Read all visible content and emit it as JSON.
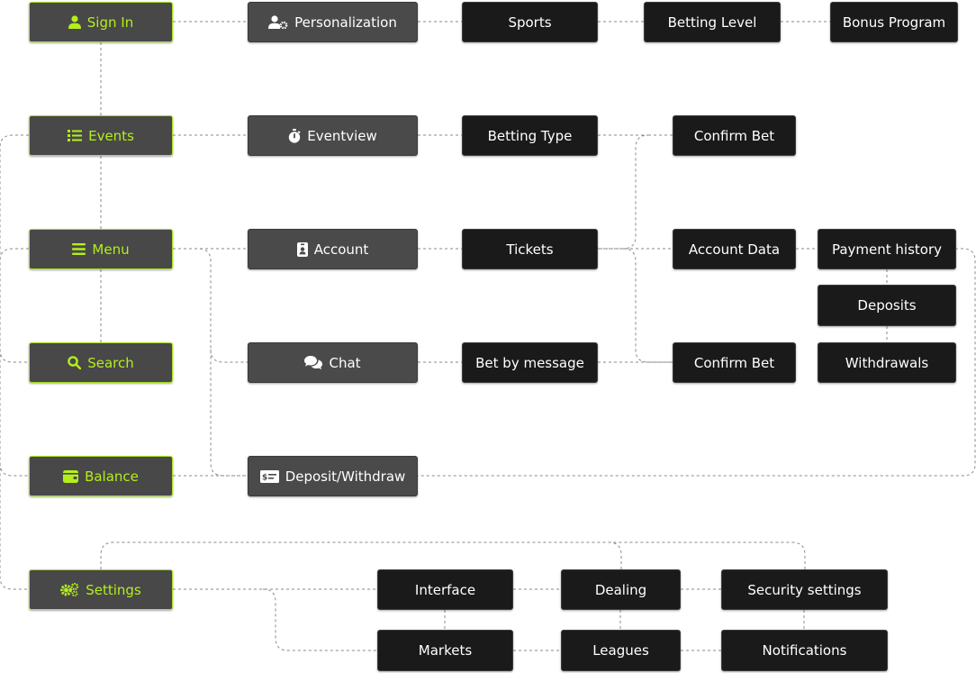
{
  "colors": {
    "accent": "#b4ef1a",
    "primary_bg": "#484848",
    "secondary_bg": "#4a4a4a",
    "tertiary_bg": "#1a1a1a",
    "connector": "#8a8a8a"
  },
  "nodes": {
    "sign_in": {
      "label": "Sign In",
      "icon": "user-icon"
    },
    "events": {
      "label": "Events",
      "icon": "list-icon"
    },
    "menu": {
      "label": "Menu",
      "icon": "hamburger-icon"
    },
    "search": {
      "label": "Search",
      "icon": "search-icon"
    },
    "balance": {
      "label": "Balance",
      "icon": "wallet-icon"
    },
    "settings": {
      "label": "Settings",
      "icon": "gears-icon"
    },
    "personalization": {
      "label": "Personalization",
      "icon": "user-gear-icon"
    },
    "eventview": {
      "label": "Eventview",
      "icon": "stopwatch-icon"
    },
    "account": {
      "label": "Account",
      "icon": "id-badge-icon"
    },
    "chat": {
      "label": "Chat",
      "icon": "comments-icon"
    },
    "deposit_withdraw": {
      "label": "Deposit/Withdraw",
      "icon": "money-check-icon"
    },
    "sports": {
      "label": "Sports"
    },
    "betting_level": {
      "label": "Betting Level"
    },
    "bonus_program": {
      "label": "Bonus Program"
    },
    "betting_type": {
      "label": "Betting Type"
    },
    "confirm_bet_top": {
      "label": "Confirm Bet"
    },
    "tickets": {
      "label": "Tickets"
    },
    "account_data": {
      "label": "Account Data"
    },
    "payment_history": {
      "label": "Payment history"
    },
    "deposits": {
      "label": "Deposits"
    },
    "withdrawals": {
      "label": "Withdrawals"
    },
    "bet_by_message": {
      "label": "Bet by message"
    },
    "confirm_bet_bottom": {
      "label": "Confirm Bet"
    },
    "interface": {
      "label": "Interface"
    },
    "dealing": {
      "label": "Dealing"
    },
    "security_settings": {
      "label": "Security settings"
    },
    "markets": {
      "label": "Markets"
    },
    "leagues": {
      "label": "Leagues"
    },
    "notifications": {
      "label": "Notifications"
    }
  }
}
